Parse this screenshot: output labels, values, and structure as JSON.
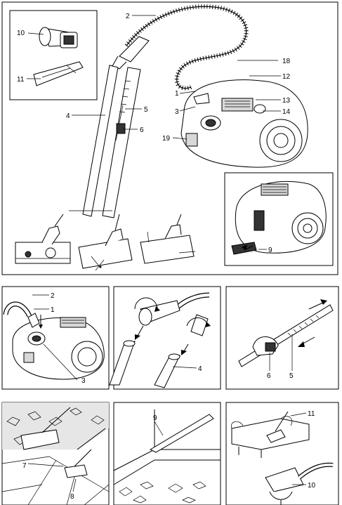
{
  "overview": {
    "callouts": {
      "c1": "1",
      "c2": "2",
      "c3": "3",
      "c4": "4",
      "c5": "5",
      "c6": "6",
      "c9": "9",
      "c10": "10",
      "c11": "11",
      "c12": "12",
      "c13": "13",
      "c14": "14",
      "c18": "18",
      "c19": "19"
    }
  },
  "step1": {
    "callouts": {
      "c1": "1",
      "c2": "2",
      "c3": "3"
    }
  },
  "step2": {
    "callouts": {
      "c4": "4"
    }
  },
  "step3": {
    "callouts": {
      "c5": "5",
      "c6": "6"
    }
  },
  "step4": {
    "callouts": {
      "c7": "7",
      "c8": "8"
    }
  },
  "step5": {
    "callouts": {
      "c9": "9"
    }
  },
  "step6": {
    "callouts": {
      "c10": "10",
      "c11": "11"
    }
  }
}
